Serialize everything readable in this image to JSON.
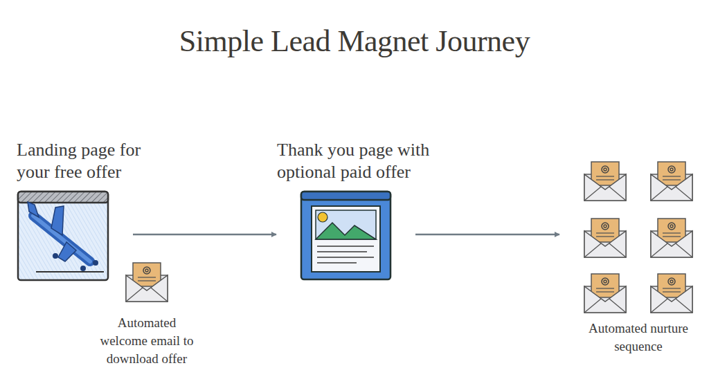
{
  "diagram": {
    "title": "Simple Lead Magnet Journey",
    "nodes": [
      {
        "text": [
          "Landing page for your free offer"
        ]
      },
      {
        "text": [
          "Automated welcome email to download offer"
        ]
      },
      {
        "text": [
          "Thank you page with optional paid offer"
        ]
      },
      {
        "text": [
          "Automated nurture sequence"
        ]
      }
    ],
    "edges": [
      {
        "from": 0,
        "to": 2,
        "arrow": "to"
      },
      {
        "from": 2,
        "to": 3,
        "arrow": "to"
      }
    ]
  }
}
